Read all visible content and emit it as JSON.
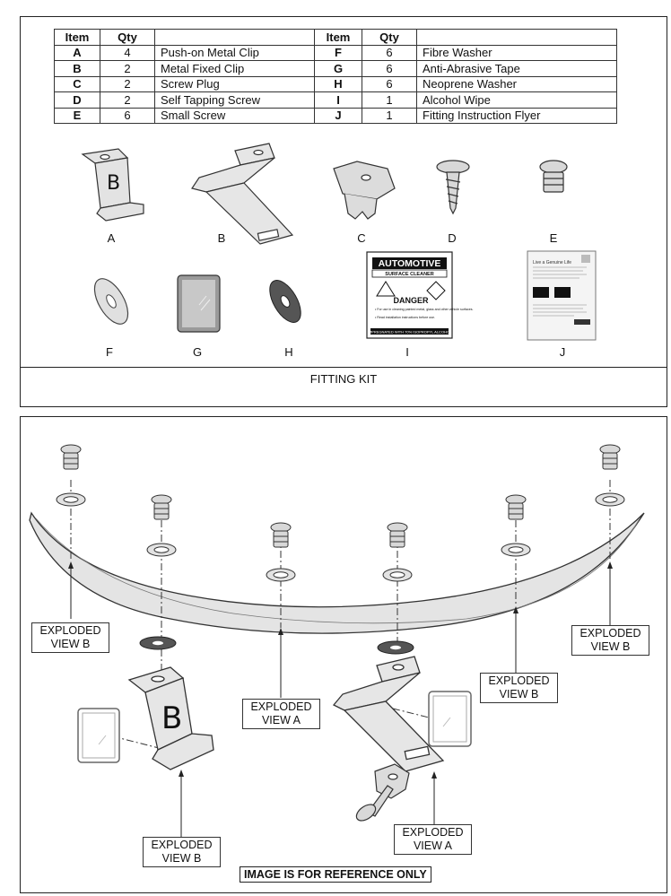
{
  "table": {
    "headers": [
      "Item",
      "Qty",
      "",
      "Item",
      "Qty",
      ""
    ],
    "rows": [
      [
        "A",
        "4",
        "Push-on Metal Clip",
        "F",
        "6",
        "Fibre Washer"
      ],
      [
        "B",
        "2",
        "Metal Fixed Clip",
        "G",
        "6",
        "Anti-Abrasive Tape"
      ],
      [
        "C",
        "2",
        "Screw Plug",
        "H",
        "6",
        "Neoprene Washer"
      ],
      [
        "D",
        "2",
        "Self Tapping Screw",
        "I",
        "1",
        "Alcohol Wipe"
      ],
      [
        "E",
        "6",
        "Small Screw",
        "J",
        "1",
        "Fitting Instruction Flyer"
      ]
    ]
  },
  "part_labels": [
    "A",
    "B",
    "C",
    "D",
    "E",
    "F",
    "G",
    "H",
    "I",
    "J"
  ],
  "clip_letter": "B",
  "wipe": {
    "brand": "AUTOMOTIVE",
    "subtitle": "SURFACE CLEANER",
    "warning": "DANGER",
    "line1": "• For use in cleaning painted metal, glass and other vehicle surfaces.",
    "line2": "• Read installation instructions before use.",
    "footer": "IMPREGNATED WITH 70% ISOPROPYL ALCOHOL"
  },
  "flyer_heading": "Live a Genuine Life",
  "kit_title": "FITTING KIT",
  "callouts": {
    "exploded_b": [
      "EXPLODED",
      "VIEW B"
    ],
    "exploded_a": [
      "EXPLODED",
      "VIEW A"
    ]
  },
  "note": "IMAGE IS FOR REFERENCE ONLY"
}
